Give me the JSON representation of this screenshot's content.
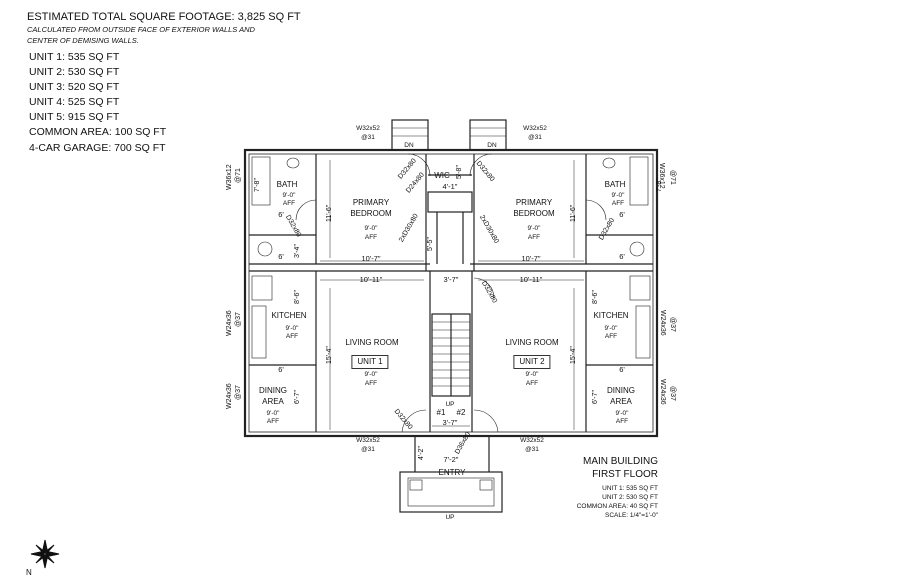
{
  "header": {
    "title": "ESTIMATED TOTAL SQUARE FOOTAGE: 3,825 SQ FT",
    "note_line1": "CALCULATED FROM OUTSIDE FACE OF EXTERIOR WALLS AND",
    "note_line2": "CENTER OF DEMISING WALLS."
  },
  "areas": [
    "UNIT 1: 535 SQ FT",
    "UNIT 2: 530 SQ FT",
    "UNIT 3: 520 SQ FT",
    "UNIT 4: 525 SQ FT",
    "UNIT 5: 915 SQ FT",
    "COMMON AREA: 100 SQ FT",
    "4-CAR GARAGE: 700 SQ FT"
  ],
  "rooms": {
    "bath": "BATH",
    "primary_bedroom_1": "PRIMARY",
    "primary_bedroom_2": "BEDROOM",
    "wic": "WIC",
    "kitchen": "KITCHEN",
    "living_room": "LIVING ROOM",
    "dining_1": "DINING",
    "dining_2": "AREA",
    "unit1": "UNIT 1",
    "unit2": "UNIT 2",
    "entry": "ENTRY",
    "aff_height": "9'-0\"",
    "aff": "AFF"
  },
  "labels": {
    "up": "UP",
    "dn": "DN",
    "stair_1": "#1",
    "stair_2": "#2",
    "north": "N"
  },
  "windows": {
    "w32x52": "W32x52",
    "at31": "@31",
    "w36x12": "W36x12",
    "at71": "@71",
    "w24x36": "W24x36",
    "at37": "@37"
  },
  "doors": {
    "d32x80": "D32x80",
    "d24x80": "D24x80",
    "d36x80": "D36x80",
    "d30x80_2x": "2xD30x80"
  },
  "dimensions": {
    "d_10_7": "10'-7\"",
    "d_10_11": "10'-11\"",
    "d_3_7": "3'-7\"",
    "d_11_6": "11'-6\"",
    "d_7_8": "7'-8\"",
    "d_6": "6'",
    "d_3_4": "3'-4\"",
    "d_8_6": "8'-6\"",
    "d_15_4": "15'-4\"",
    "d_6_7": "6'-7\"",
    "d_5_5": "5'-5\"",
    "d_5_8": "5'-8\"",
    "d_4_1": "4'-1\"",
    "d_4_2": "4'-2\"",
    "d_7_2": "7'-2\""
  },
  "title_block": {
    "line1": "MAIN BUILDING",
    "line2": "FIRST FLOOR",
    "unit1": "UNIT 1: 535 SQ FT",
    "unit2": "UNIT 2: 530 SQ FT",
    "common": "COMMON AREA: 40 SQ FT",
    "scale": "SCALE: 1/4\"=1'-0\""
  }
}
